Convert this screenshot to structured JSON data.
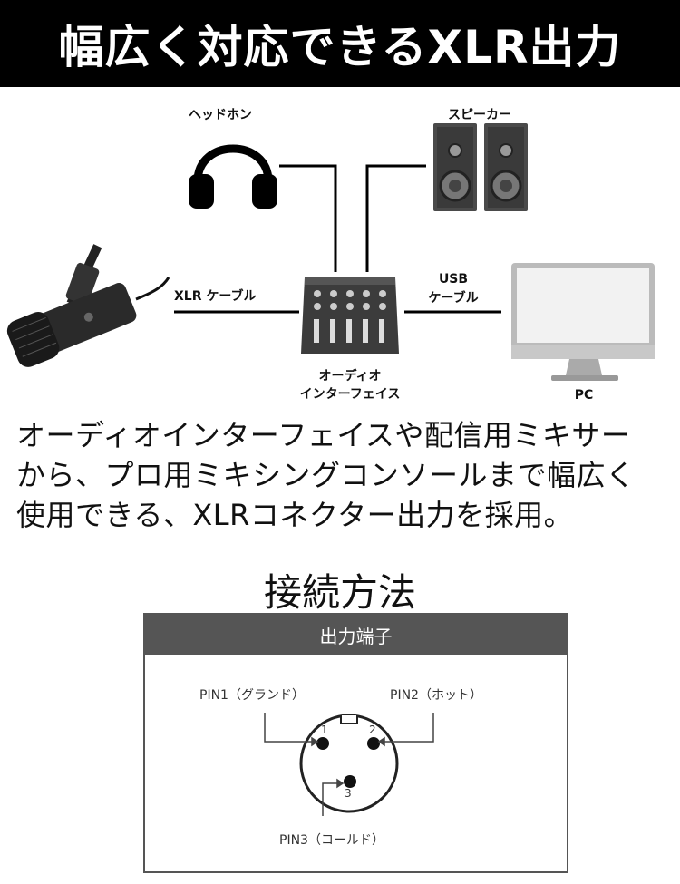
{
  "banner": {
    "title": "幅広く対応できるXLR出力"
  },
  "diagram": {
    "headphone_label": "ヘッドホン",
    "speaker_label": "スピーカー",
    "xlr_cable_label": "XLR ケーブル",
    "usb_cable_label_line1": "USB",
    "usb_cable_label_line2": "ケーブル",
    "interface_label_line1": "オーディオ",
    "interface_label_line2": "インターフェイス",
    "pc_label": "PC"
  },
  "description": {
    "line1": "オーディオインターフェイスや配信用ミキサー",
    "line2": "から、プロ用ミキシングコンソールまで幅広く",
    "line3": "使用できる、XLRコネクター出力を採用。"
  },
  "connection": {
    "title": "接続方法",
    "box_title": "出力端子",
    "pin1_label": "PIN1（グランド）",
    "pin2_label": "PIN2（ホット）",
    "pin3_label": "PIN3（コールド）",
    "pin1_num": "1",
    "pin2_num": "2",
    "pin3_num": "3"
  }
}
